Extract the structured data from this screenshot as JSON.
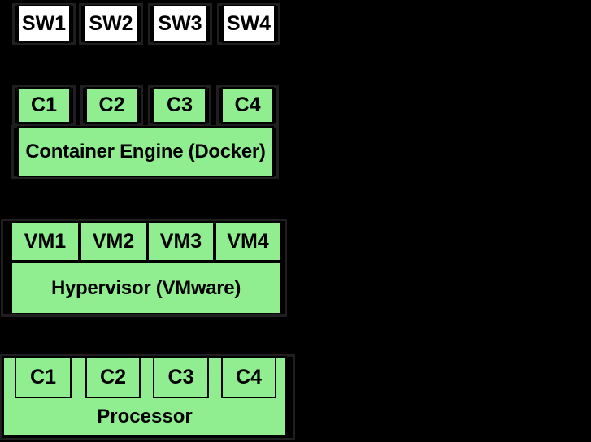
{
  "diagram": {
    "background_color": "#000000",
    "box_green_color": "#90EE90",
    "box_white_color": "#FFFFFF",
    "border_color": "#000000",
    "text_color": "#000000"
  },
  "software": {
    "items": [
      "SW1",
      "SW2",
      "SW3",
      "SW4"
    ]
  },
  "containers": {
    "items": [
      "C1",
      "C2",
      "C3",
      "C4"
    ],
    "engine_label": "Container Engine (Docker)"
  },
  "virtual_machines": {
    "items": [
      "VM1",
      "VM2",
      "VM3",
      "VM4"
    ],
    "hypervisor_label": "Hypervisor (VMware)"
  },
  "processor": {
    "cores": [
      "C1",
      "C2",
      "C3",
      "C4"
    ],
    "label": "Processor"
  }
}
